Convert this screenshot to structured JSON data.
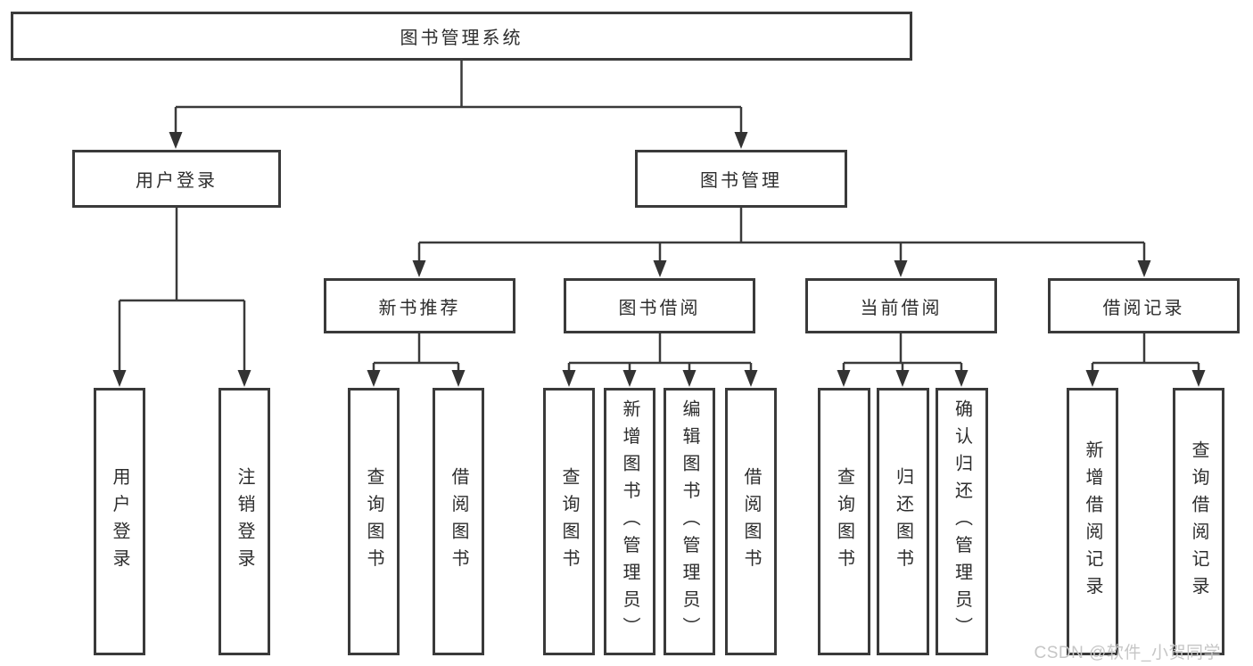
{
  "diagram": {
    "root": {
      "label": "图书管理系统"
    },
    "level2": [
      {
        "label": "用户登录",
        "children": [
          {
            "label": "用户登录"
          },
          {
            "label": "注销登录"
          }
        ]
      },
      {
        "label": "图书管理",
        "children": [
          {
            "label": "新书推荐",
            "children": [
              {
                "label": "查询图书"
              },
              {
                "label": "借阅图书"
              }
            ]
          },
          {
            "label": "图书借阅",
            "children": [
              {
                "label": "查询图书"
              },
              {
                "label": "新增图书（管理员）"
              },
              {
                "label": "编辑图书（管理员）"
              },
              {
                "label": "借阅图书"
              }
            ]
          },
          {
            "label": "当前借阅",
            "children": [
              {
                "label": "查询图书"
              },
              {
                "label": "归还图书"
              },
              {
                "label": "确认归还（管理员）"
              }
            ]
          },
          {
            "label": "借阅记录",
            "children": [
              {
                "label": "新增借阅记录"
              },
              {
                "label": "查询借阅记录"
              }
            ]
          }
        ]
      }
    ]
  },
  "watermark": {
    "text": "CSDN @软件_小贺同学"
  },
  "colors": {
    "line": "#3a3a3a",
    "border": "#3a3a3a",
    "text": "#2d2d2d",
    "background": "#ffffff",
    "watermark": "#c6c6c6"
  }
}
